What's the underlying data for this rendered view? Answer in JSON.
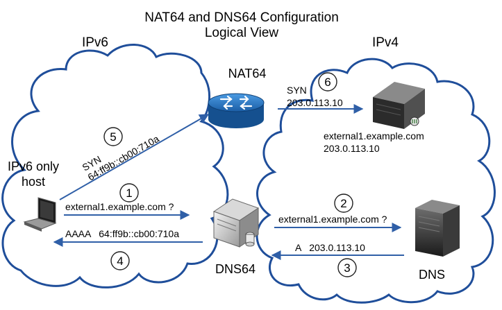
{
  "title": {
    "line1": "NAT64 and DNS64 Configuration",
    "line2": "Logical View"
  },
  "regions": {
    "left": "IPv6",
    "right": "IPv4"
  },
  "nodes": {
    "nat64": {
      "label": "NAT64",
      "icon": "router-icon"
    },
    "host": {
      "label_line1": "IPv6 only",
      "label_line2": "host",
      "icon": "laptop-icon"
    },
    "dns64": {
      "label": "DNS64",
      "icon": "dns64-server-icon"
    },
    "dns": {
      "label": "DNS",
      "icon": "tower-server-icon"
    },
    "external_server": {
      "name": "external1.example.com",
      "ip": "203.0.113.10",
      "icon": "server-icon"
    }
  },
  "steps": [
    {
      "number": "1",
      "text": "external1.example.com ?"
    },
    {
      "number": "2",
      "text": "external1.example.com ?"
    },
    {
      "number": "3",
      "text": "A   203.0.113.10"
    },
    {
      "number": "4",
      "text": "AAAA   64:ff9b::cb00:710a"
    },
    {
      "number": "5",
      "line1": "SYN",
      "line2": "64:ff9b::cb00:710a"
    },
    {
      "number": "6",
      "line1": "SYN",
      "line2": "203.0.113.10"
    }
  ],
  "colors": {
    "cloud_stroke": "#1f4e9a",
    "arrow": "#2f5fa7",
    "router_fill": "#2c78c9"
  }
}
